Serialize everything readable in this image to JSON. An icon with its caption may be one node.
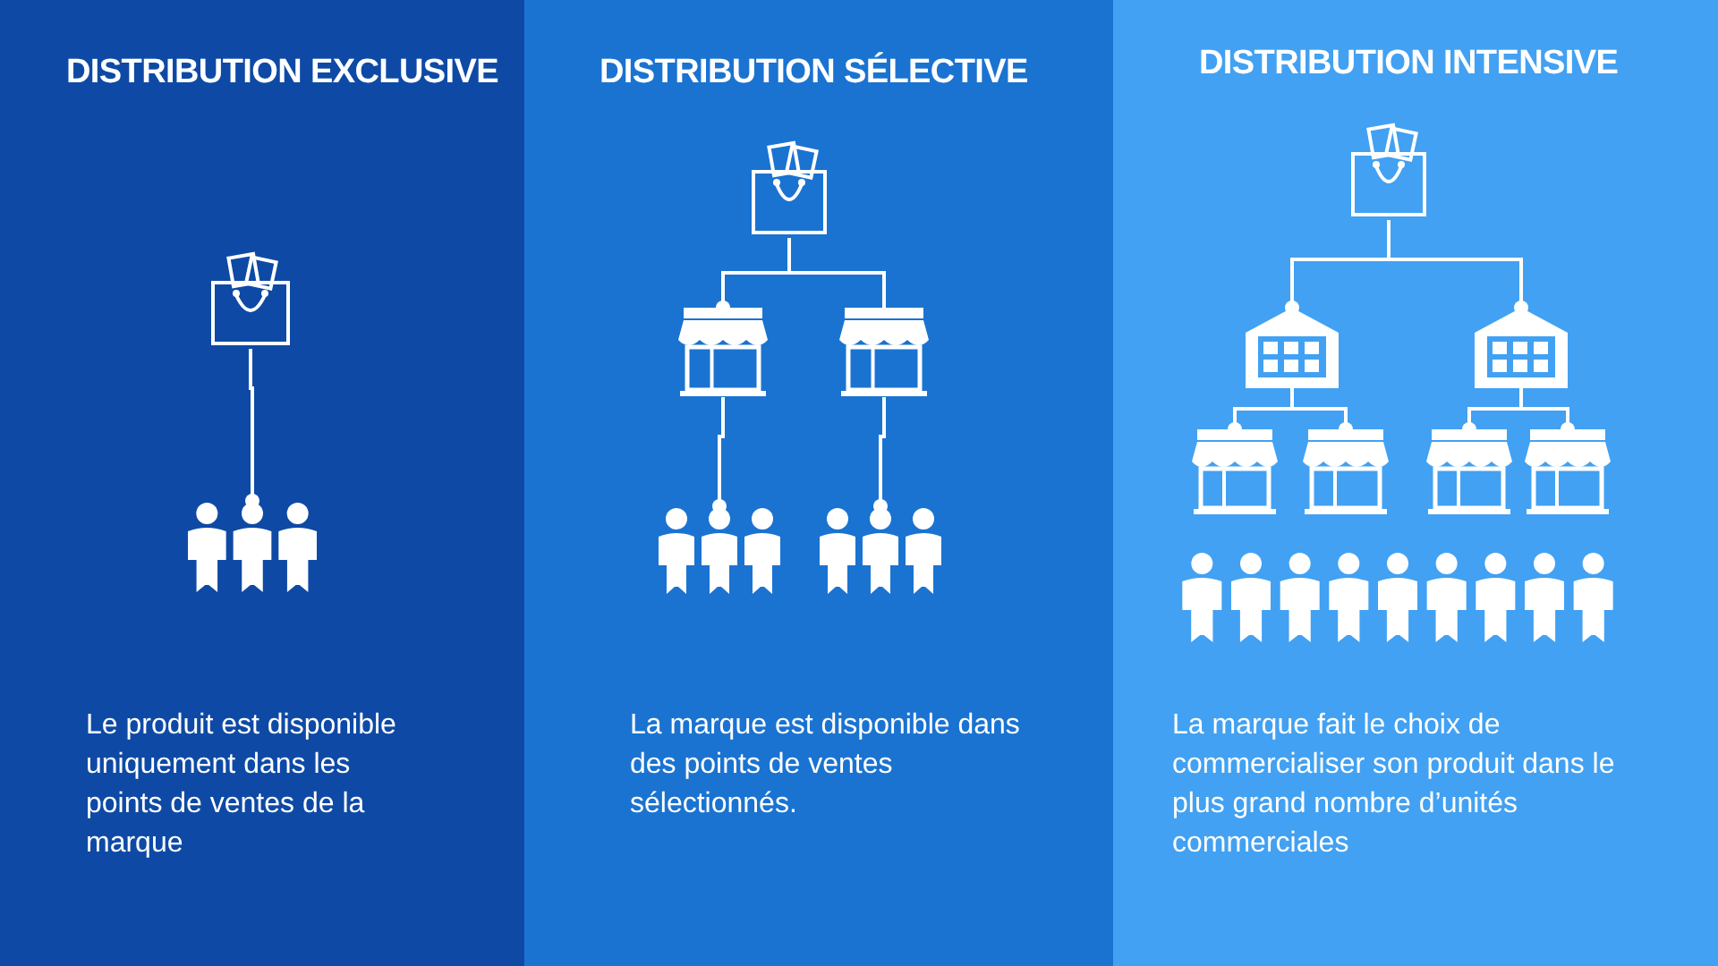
{
  "diagram": {
    "nodes": [
      {
        "text": [
          "DISTRIBUTION EXCLUSIVE",
          "Le produit est disponible uniquement dans les points de ventes de la marque"
        ]
      },
      {
        "text": [],
        "shape": "picture",
        "in": 0
      },
      {
        "text": [],
        "shape": "picture",
        "in": 0
      },
      {
        "text": [
          "DISTRIBUTION SÉLECTIVE",
          "La marque est disponible dans des points de ventes sélectionnés."
        ]
      },
      {
        "text": [],
        "shape": "picture",
        "in": 3
      },
      {
        "text": [],
        "shape": "picture",
        "in": 3
      },
      {
        "text": [],
        "shape": "picture",
        "in": 3
      },
      {
        "text": [],
        "shape": "picture",
        "in": 3
      },
      {
        "text": [],
        "shape": "picture",
        "in": 3
      },
      {
        "text": [
          "DISTRIBUTION INTENSIVE",
          "La marque fait le choix de commercialiser son produit dans le plus grand nombre d’unités commerciales"
        ]
      },
      {
        "text": [],
        "shape": "picture",
        "in": 9
      },
      {
        "text": [],
        "shape": "picture",
        "in": 9
      },
      {
        "text": [],
        "shape": "picture",
        "in": 9
      },
      {
        "text": [],
        "shape": "picture",
        "in": 9
      },
      {
        "text": [],
        "shape": "picture",
        "in": 9
      },
      {
        "text": [],
        "shape": "picture",
        "in": 9
      },
      {
        "text": [],
        "shape": "picture",
        "in": 9
      },
      {
        "text": [],
        "shape": "picture",
        "in": 9
      }
    ],
    "edges": [
      {
        "from": 1,
        "to": 2,
        "arrow": "other"
      },
      {
        "from": 4,
        "to": 5,
        "arrow": "other"
      },
      {
        "from": 4,
        "to": 6,
        "arrow": "none"
      },
      {
        "from": 5,
        "to": 7,
        "arrow": "other"
      },
      {
        "from": 6,
        "to": 8,
        "arrow": "other"
      },
      {
        "from": 10,
        "to": 11,
        "arrow": "other"
      },
      {
        "from": 10,
        "to": 12,
        "arrow": "other"
      },
      {
        "from": 11,
        "to": 13,
        "arrow": "other"
      },
      {
        "from": 11,
        "to": 14,
        "arrow": "other"
      },
      {
        "from": 12,
        "to": 15,
        "arrow": "other"
      },
      {
        "from": 12,
        "to": 16,
        "arrow": "other"
      }
    ]
  }
}
